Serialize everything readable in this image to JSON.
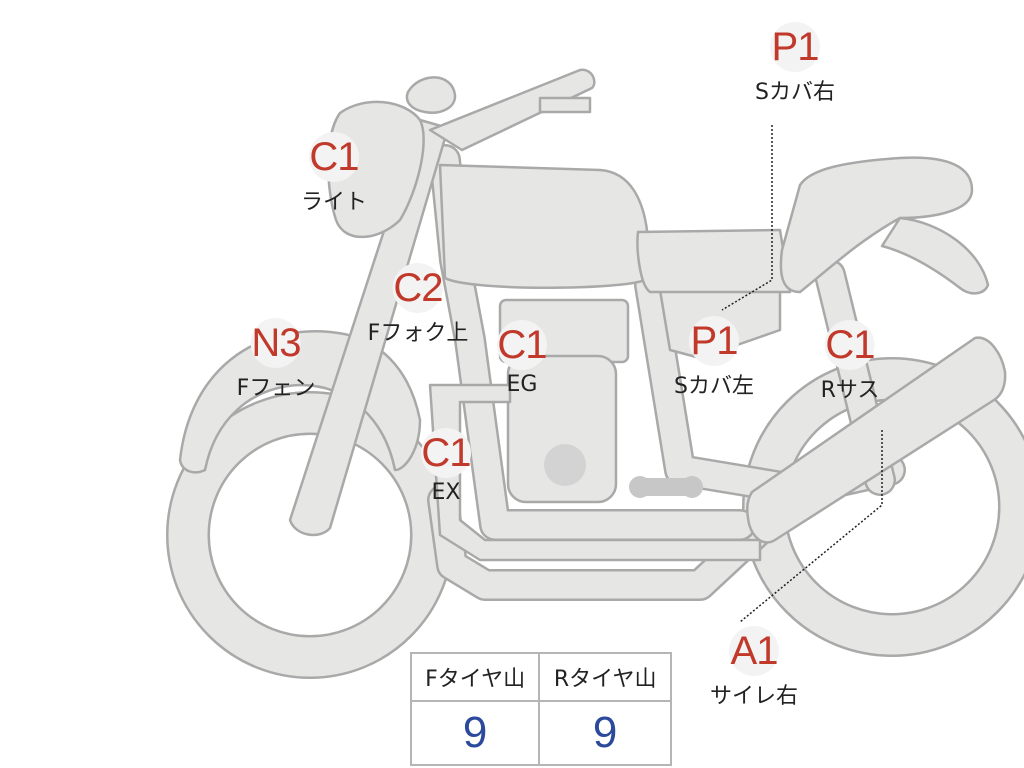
{
  "markers": [
    {
      "id": "light",
      "code": "C1",
      "label": "ライト"
    },
    {
      "id": "fork-upper",
      "code": "C2",
      "label": "Fフォク上"
    },
    {
      "id": "front-fender",
      "code": "N3",
      "label": "Fフェン"
    },
    {
      "id": "engine",
      "code": "C1",
      "label": "EG"
    },
    {
      "id": "exhaust",
      "code": "C1",
      "label": "EX"
    },
    {
      "id": "side-cover-left",
      "code": "P1",
      "label": "Sカバ左"
    },
    {
      "id": "side-cover-right",
      "code": "P1",
      "label": "Sカバ右"
    },
    {
      "id": "rear-suspension",
      "code": "C1",
      "label": "Rサス"
    },
    {
      "id": "silencer-right",
      "code": "A1",
      "label": "サイレ右"
    }
  ],
  "tread_table": {
    "front_header": "Fタイヤ山",
    "rear_header": "Rタイヤ山",
    "front_value": "9",
    "rear_value": "9"
  },
  "colors": {
    "badge_text": "#c0392b",
    "value_text": "#2b4a9b",
    "part_fill": "#e6e6e4",
    "part_outline": "#a9a9a9"
  }
}
